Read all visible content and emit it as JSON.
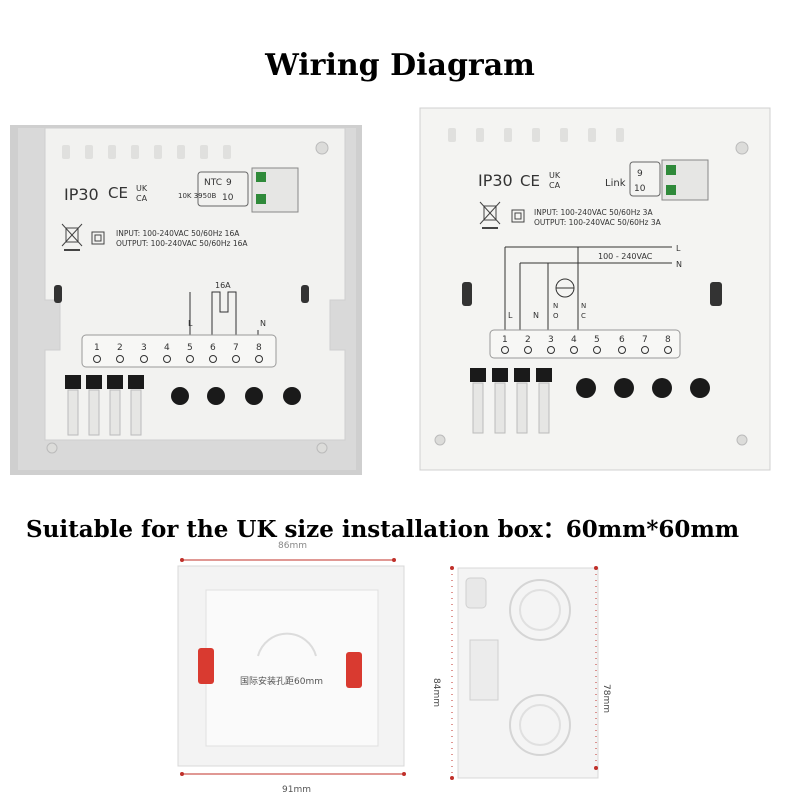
{
  "title": "Wiring Diagram",
  "subtitle": "Suitable for the UK size installation box：60mm*60mm",
  "left_panel": {
    "rating": "IP30",
    "ce_mark": "CE",
    "ukca_top": "UK",
    "ukca_bottom": "CA",
    "sensor_label": "NTC",
    "sensor_model": "10K 3950B",
    "terminal_9": "9",
    "terminal_10": "10",
    "input_spec": "INPUT: 100-240VAC 50/60Hz 16A",
    "output_spec": "OUTPUT: 100-240VAC 50/60Hz 16A",
    "relay_rating": "16A",
    "label_l": "L",
    "label_n": "N",
    "terminals": [
      "1",
      "2",
      "3",
      "4",
      "5",
      "6",
      "7",
      "8"
    ]
  },
  "right_panel": {
    "rating": "IP30",
    "ce_mark": "CE",
    "ukca_top": "UK",
    "ukca_bottom": "CA",
    "link_label": "Link",
    "terminal_9": "9",
    "terminal_10": "10",
    "input_spec": "INPUT: 100-240VAC 50/60Hz 3A",
    "output_spec": "OUTPUT: 100-240VAC 50/60Hz 3A",
    "line_l": "L",
    "line_n": "N",
    "supply": "100 - 240VAC",
    "term_l": "L",
    "term_n": "N",
    "no_n": "N",
    "no_o": "O",
    "nc_n": "N",
    "nc_c": "C",
    "terminals": [
      "1",
      "2",
      "3",
      "4",
      "5",
      "6",
      "7",
      "8"
    ]
  },
  "box_front": {
    "width_top": "86mm",
    "width_bottom": "91mm",
    "inner_label": "国际安装孔距60mm"
  },
  "box_side": {
    "height_left": "84mm",
    "height_right": "78mm"
  },
  "colors": {
    "panel_body": "#f2f2f0",
    "panel_frame": "#c9c9c9",
    "terminal_dark": "#1a1a1a",
    "clip_red": "#d93a30",
    "dimension_red": "#c0302a"
  }
}
